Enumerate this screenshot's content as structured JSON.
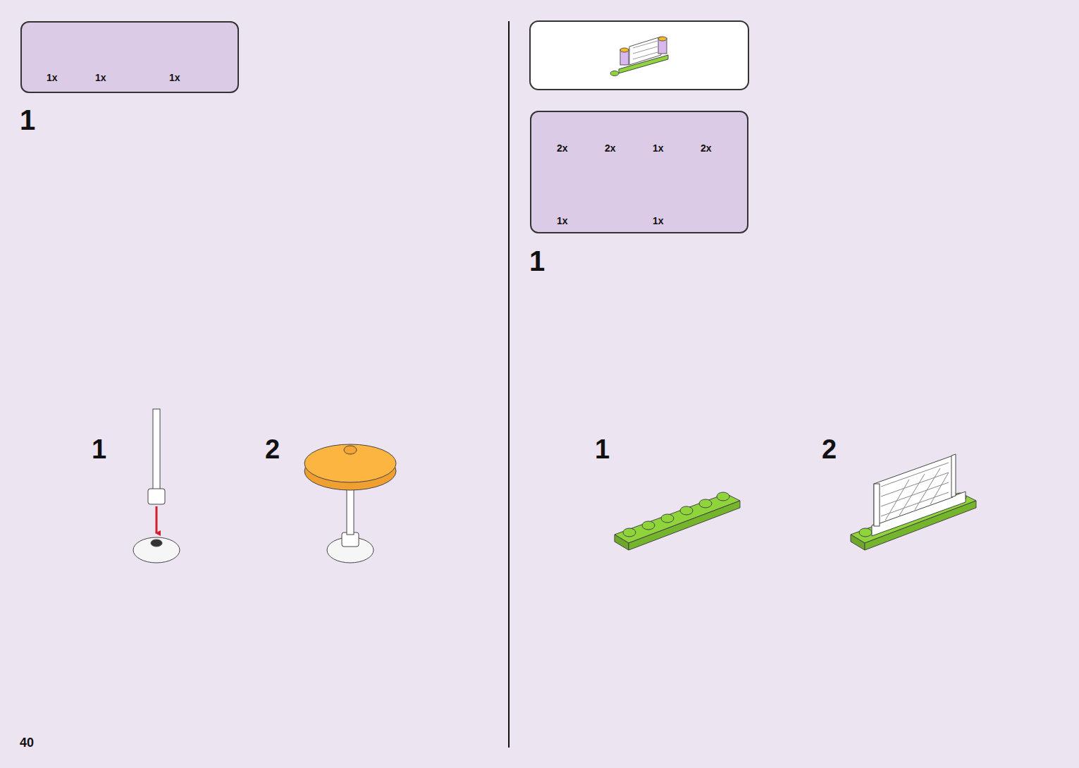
{
  "diagram": {
    "nodes": [
      {
        "text": [
          "1x",
          "1x",
          "1x"
        ]
      },
      {
        "text": [
          "2x",
          "2x",
          "1x",
          "2x",
          "1x",
          "1x"
        ]
      }
    ],
    "labels": [
      "1",
      "1",
      "2",
      "1",
      "1",
      "2",
      "40"
    ]
  }
}
